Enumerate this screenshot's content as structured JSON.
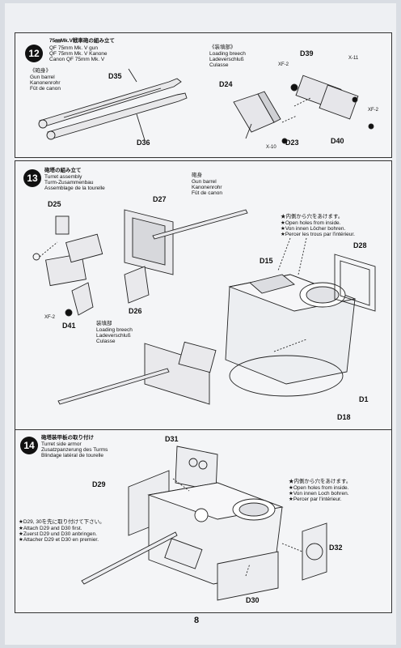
{
  "page_number": "8",
  "step12": {
    "number": "12",
    "title_lines": [
      "75㎜Mk.V戦車砲の組み立て",
      "QF 75mm Mk. V gun",
      "QF 75mm Mk. V Kanone",
      "Canon QF 75mm Mk. V"
    ],
    "barrel_lines": [
      "《砲身》",
      "Gun barrel",
      "Kanonenrohr",
      "Fût de canon"
    ],
    "breech_lines": [
      "《装填部》",
      "Loading breech",
      "Ladeverschluß",
      "Culasse"
    ],
    "parts": [
      "D35",
      "D36",
      "D24",
      "D39",
      "D23",
      "D40"
    ],
    "screws": [
      "XF-2",
      "X-11",
      "XF-2",
      "X-10"
    ]
  },
  "step13": {
    "number": "13",
    "title_lines": [
      "砲塔の組み立て",
      "Turret assembly",
      "Turm-Zusammenbau",
      "Assemblage de la tourelle"
    ],
    "barrel_lines": [
      "砲身",
      "Gun barrel",
      "Kanonenrohr",
      "Fût de canon"
    ],
    "breech_lines": [
      "装填部",
      "Loading breech",
      "Ladeverschluß",
      "Culasse"
    ],
    "note_lines": [
      "★内側から穴をあけます。",
      "★Open holes from inside.",
      "★Von innen Löcher bohren.",
      "★Percer les trous par l'intérieur."
    ],
    "parts": [
      "D25",
      "D27",
      "D15",
      "D28",
      "D26",
      "D41",
      "D1",
      "D18"
    ],
    "screws": [
      "XF-2"
    ]
  },
  "step14": {
    "number": "14",
    "title_lines": [
      "砲塔装甲板の取り付け",
      "Turret side armor",
      "Zusatzpanzerung des Turms",
      "Blindage latéral de tourelle"
    ],
    "note_lines": [
      "★内側から穴をあけます。",
      "★Open holes from inside.",
      "★Von innen Loch bohren.",
      "★Percer par l'intérieur."
    ],
    "first_lines": [
      "★D29, 30を先に取り付けて下さい。",
      "★Attach D29 and D30 first.",
      "★Zuerst D29 und D30 anbringen.",
      "★Attacher D29 et D30 en premier."
    ],
    "parts": [
      "D31",
      "D29",
      "D32",
      "D30"
    ]
  }
}
